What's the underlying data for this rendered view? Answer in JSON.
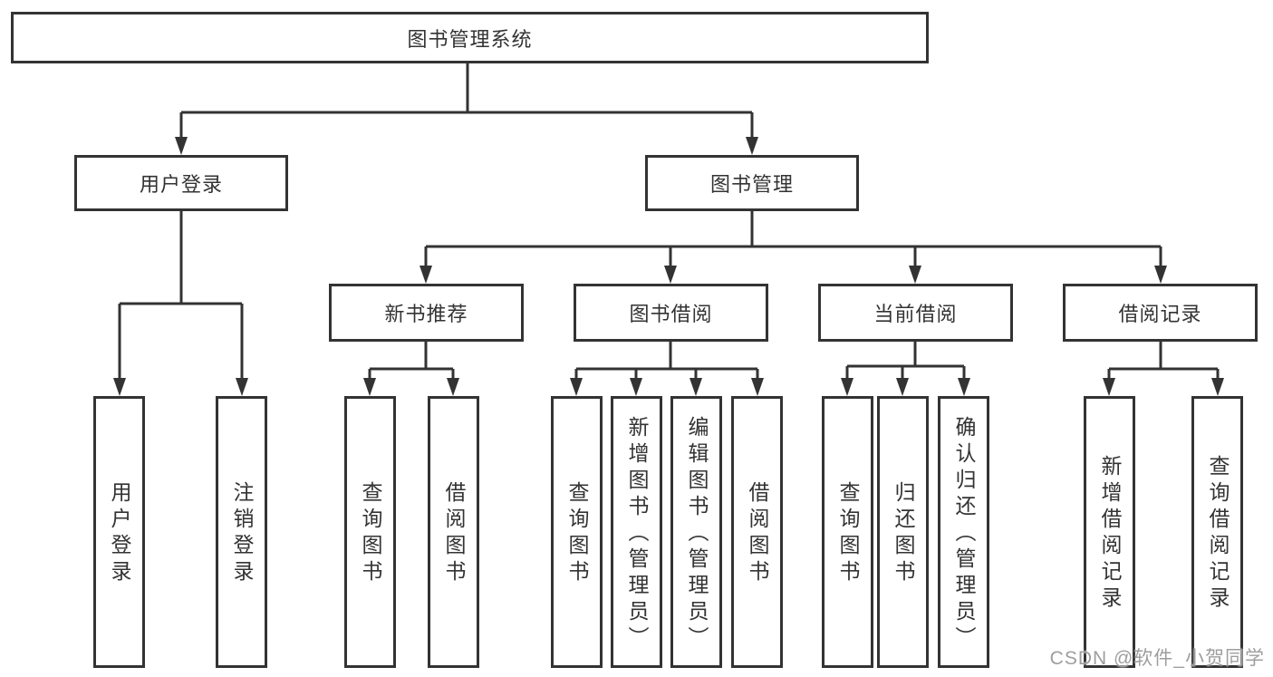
{
  "diagram_title": "图书管理系统",
  "watermark": "CSDN @软件_小贺同学",
  "colors": {
    "line": "#333333",
    "text": "#333333",
    "background": "#ffffff",
    "watermark": "#9e9e9e"
  },
  "tree": {
    "root": {
      "label": "图书管理系统"
    },
    "branches": [
      {
        "label": "用户登录",
        "children": [
          {
            "label": "用户登录"
          },
          {
            "label": "注销登录"
          }
        ]
      },
      {
        "label": "图书管理",
        "children": [
          {
            "label": "新书推荐",
            "children": [
              {
                "label": "查询图书"
              },
              {
                "label": "借阅图书"
              }
            ]
          },
          {
            "label": "图书借阅",
            "children": [
              {
                "label": "查询图书"
              },
              {
                "label": "新增图书（管理员）"
              },
              {
                "label": "编辑图书（管理员）"
              },
              {
                "label": "借阅图书"
              }
            ]
          },
          {
            "label": "当前借阅",
            "children": [
              {
                "label": "查询图书"
              },
              {
                "label": "归还图书"
              },
              {
                "label": "确认归还（管理员）"
              }
            ]
          },
          {
            "label": "借阅记录",
            "children": [
              {
                "label": "新增借阅记录"
              },
              {
                "label": "查询借阅记录"
              }
            ]
          }
        ]
      }
    ]
  }
}
